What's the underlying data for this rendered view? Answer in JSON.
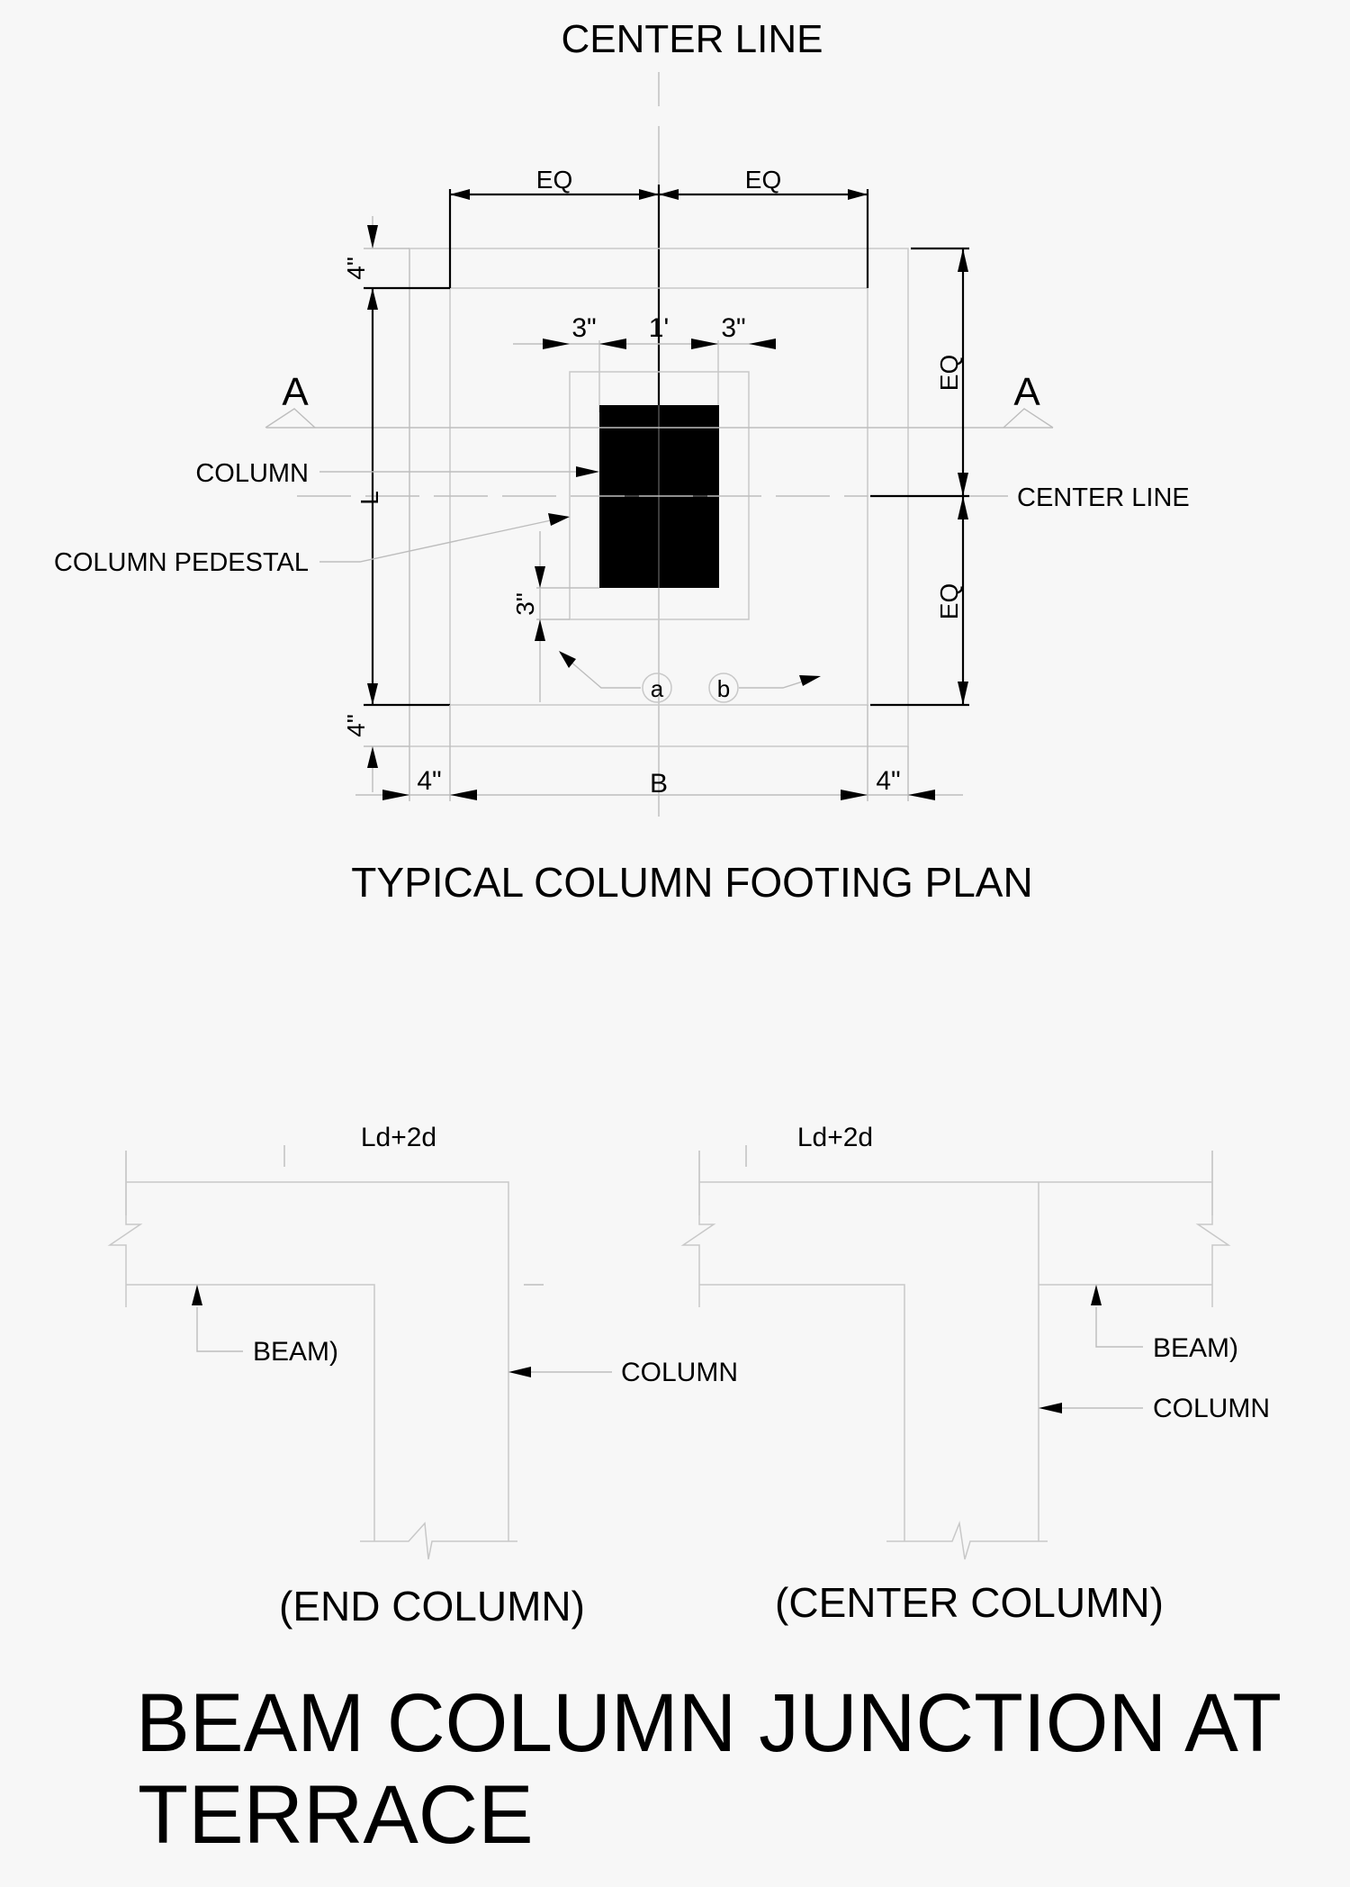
{
  "footing_plan": {
    "top_label": "CENTER LINE",
    "right_center_label": "CENTER LINE",
    "section_marks": {
      "left": "A",
      "right": "A"
    },
    "dims": {
      "eq_left": "EQ",
      "eq_right": "EQ",
      "eq_top_vertical": "EQ",
      "eq_bottom_vertical": "EQ",
      "offset_top": "4\"",
      "offset_bottom": "4\"",
      "offset_left": "4\"",
      "offset_right": "4\"",
      "pedestal_left": "3\"",
      "column_width": "1'",
      "pedestal_right": "3\"",
      "pedestal_bottom": "3\"",
      "length": "L",
      "breadth": "B"
    },
    "labels": {
      "column": "COLUMN",
      "column_pedestal": "COLUMN PEDESTAL"
    },
    "bar_marks": {
      "a": "a",
      "b": "b"
    },
    "title": "TYPICAL COLUMN FOOTING PLAN"
  },
  "end_column": {
    "dim_label": "Ld+2d",
    "beam_label": "BEAM)",
    "column_label": "COLUMN",
    "caption": "(END COLUMN)"
  },
  "center_column": {
    "dim_label": "Ld+2d",
    "beam_label": "BEAM)",
    "column_label": "COLUMN",
    "caption": "(CENTER COLUMN)"
  },
  "sheet_title": {
    "line1": "BEAM COLUMN JUNCTION AT",
    "line2": "TERRACE"
  },
  "colors": {
    "background": "#f7f7f7",
    "ink": "#000000",
    "construction_line": "#c8c8c8"
  }
}
